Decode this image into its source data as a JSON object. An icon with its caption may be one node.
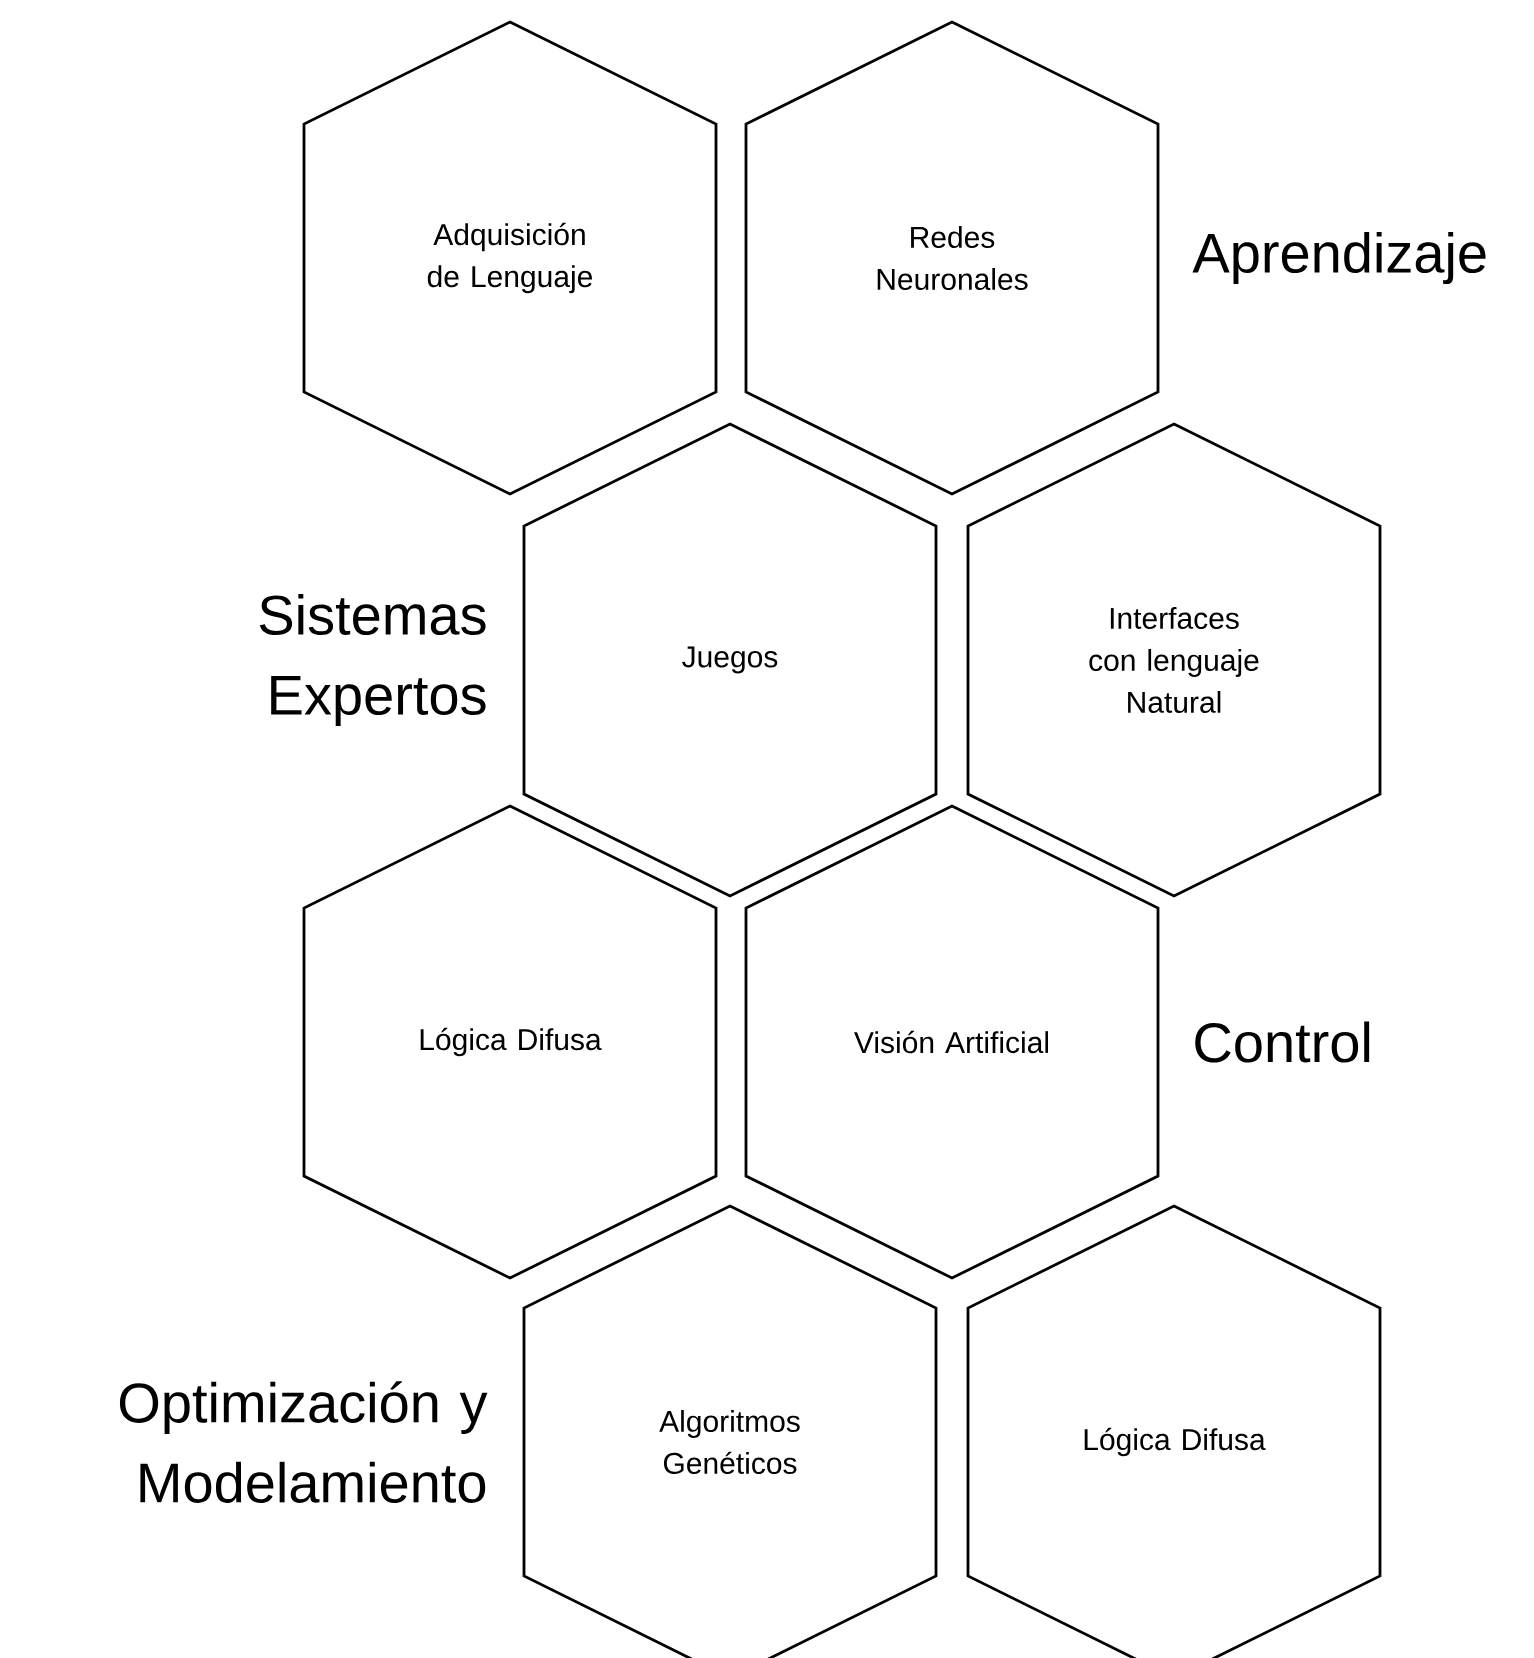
{
  "diagram": {
    "nodes": [
      {
        "text": [
          "Adquisición de Lenguaje"
        ]
      },
      {
        "text": [
          "Redes Neuronales"
        ]
      },
      {
        "text": [
          "Juegos"
        ]
      },
      {
        "text": [
          "Interfaces con lenguaje Natural"
        ]
      },
      {
        "text": [
          "Lógica Difusa"
        ]
      },
      {
        "text": [
          "Visión Artificial"
        ]
      },
      {
        "text": [
          "Algoritmos Genéticos"
        ]
      },
      {
        "text": [
          "Lógica Difusa"
        ]
      }
    ],
    "labels": [
      "Aprendizaje",
      "Sistemas Expertos",
      "Control",
      "Optimización y Modelamiento"
    ]
  }
}
